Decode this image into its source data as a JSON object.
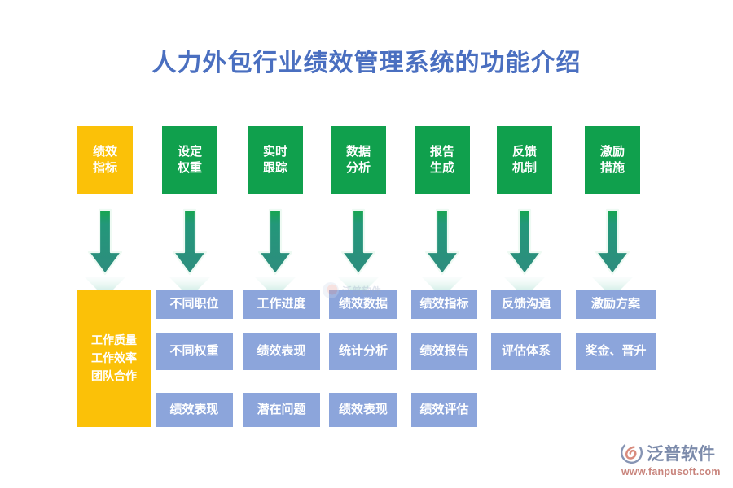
{
  "page": {
    "title": "人力外包行业绩效管理系统的功能介绍",
    "title_color": "#4A6FC0",
    "background": "#ffffff"
  },
  "colors": {
    "highlight_yellow": "#FBC108",
    "green": "#10A04D",
    "blue": "#8CA5DB",
    "arrow_top": "#15A74D",
    "arrow_bottom": "#2E8D7E",
    "brand_name": "#7C8BAB",
    "brand_url": "#C9857D"
  },
  "columns": [
    {
      "header": {
        "lines": [
          "绩效",
          "指标"
        ],
        "color": "#FBC108",
        "highlighted": true
      },
      "arrow": {
        "name": "down-arrow"
      },
      "details": [
        {
          "lines": [
            "工作质量",
            "工作效率",
            "团队合作"
          ],
          "style": "yellow-tall"
        }
      ]
    },
    {
      "header": {
        "lines": [
          "设定",
          "权重"
        ],
        "color": "#10A04D",
        "highlighted": false
      },
      "arrow": {
        "name": "down-arrow"
      },
      "details": [
        {
          "lines": [
            "不同职位"
          ],
          "style": "blue"
        },
        {
          "lines": [
            "不同权重"
          ],
          "style": "blue"
        },
        {
          "lines": [
            "绩效表现"
          ],
          "style": "blue"
        }
      ]
    },
    {
      "header": {
        "lines": [
          "实时",
          "跟踪"
        ],
        "color": "#10A04D",
        "highlighted": false
      },
      "arrow": {
        "name": "down-arrow"
      },
      "details": [
        {
          "lines": [
            "工作进度"
          ],
          "style": "blue"
        },
        {
          "lines": [
            "绩效表现"
          ],
          "style": "blue"
        },
        {
          "lines": [
            "潜在问题"
          ],
          "style": "blue"
        }
      ]
    },
    {
      "header": {
        "lines": [
          "数据",
          "分析"
        ],
        "color": "#10A04D",
        "highlighted": false
      },
      "arrow": {
        "name": "down-arrow"
      },
      "details": [
        {
          "lines": [
            "绩效数据"
          ],
          "style": "blue"
        },
        {
          "lines": [
            "统计分析"
          ],
          "style": "blue"
        },
        {
          "lines": [
            "绩效表现"
          ],
          "style": "blue"
        }
      ]
    },
    {
      "header": {
        "lines": [
          "报告",
          "生成"
        ],
        "color": "#10A04D",
        "highlighted": false
      },
      "arrow": {
        "name": "down-arrow"
      },
      "details": [
        {
          "lines": [
            "绩效指标"
          ],
          "style": "blue"
        },
        {
          "lines": [
            "绩效报告"
          ],
          "style": "blue"
        },
        {
          "lines": [
            "绩效评估"
          ],
          "style": "blue"
        }
      ]
    },
    {
      "header": {
        "lines": [
          "反馈",
          "机制"
        ],
        "color": "#10A04D",
        "highlighted": false
      },
      "arrow": {
        "name": "down-arrow"
      },
      "details": [
        {
          "lines": [
            "反馈沟通"
          ],
          "style": "blue"
        },
        {
          "lines": [
            "评估体系"
          ],
          "style": "blue"
        }
      ]
    },
    {
      "header": {
        "lines": [
          "激励",
          "措施"
        ],
        "color": "#10A04D",
        "highlighted": false
      },
      "arrow": {
        "name": "down-arrow"
      },
      "details": [
        {
          "lines": [
            "激励方案"
          ],
          "style": "blue"
        },
        {
          "lines": [
            "奖金、晋升"
          ],
          "style": "blue"
        }
      ]
    }
  ],
  "watermark": {
    "text": "泛普软件"
  },
  "brand": {
    "name": "泛普软件",
    "url": "www.fanpusoft.com"
  }
}
